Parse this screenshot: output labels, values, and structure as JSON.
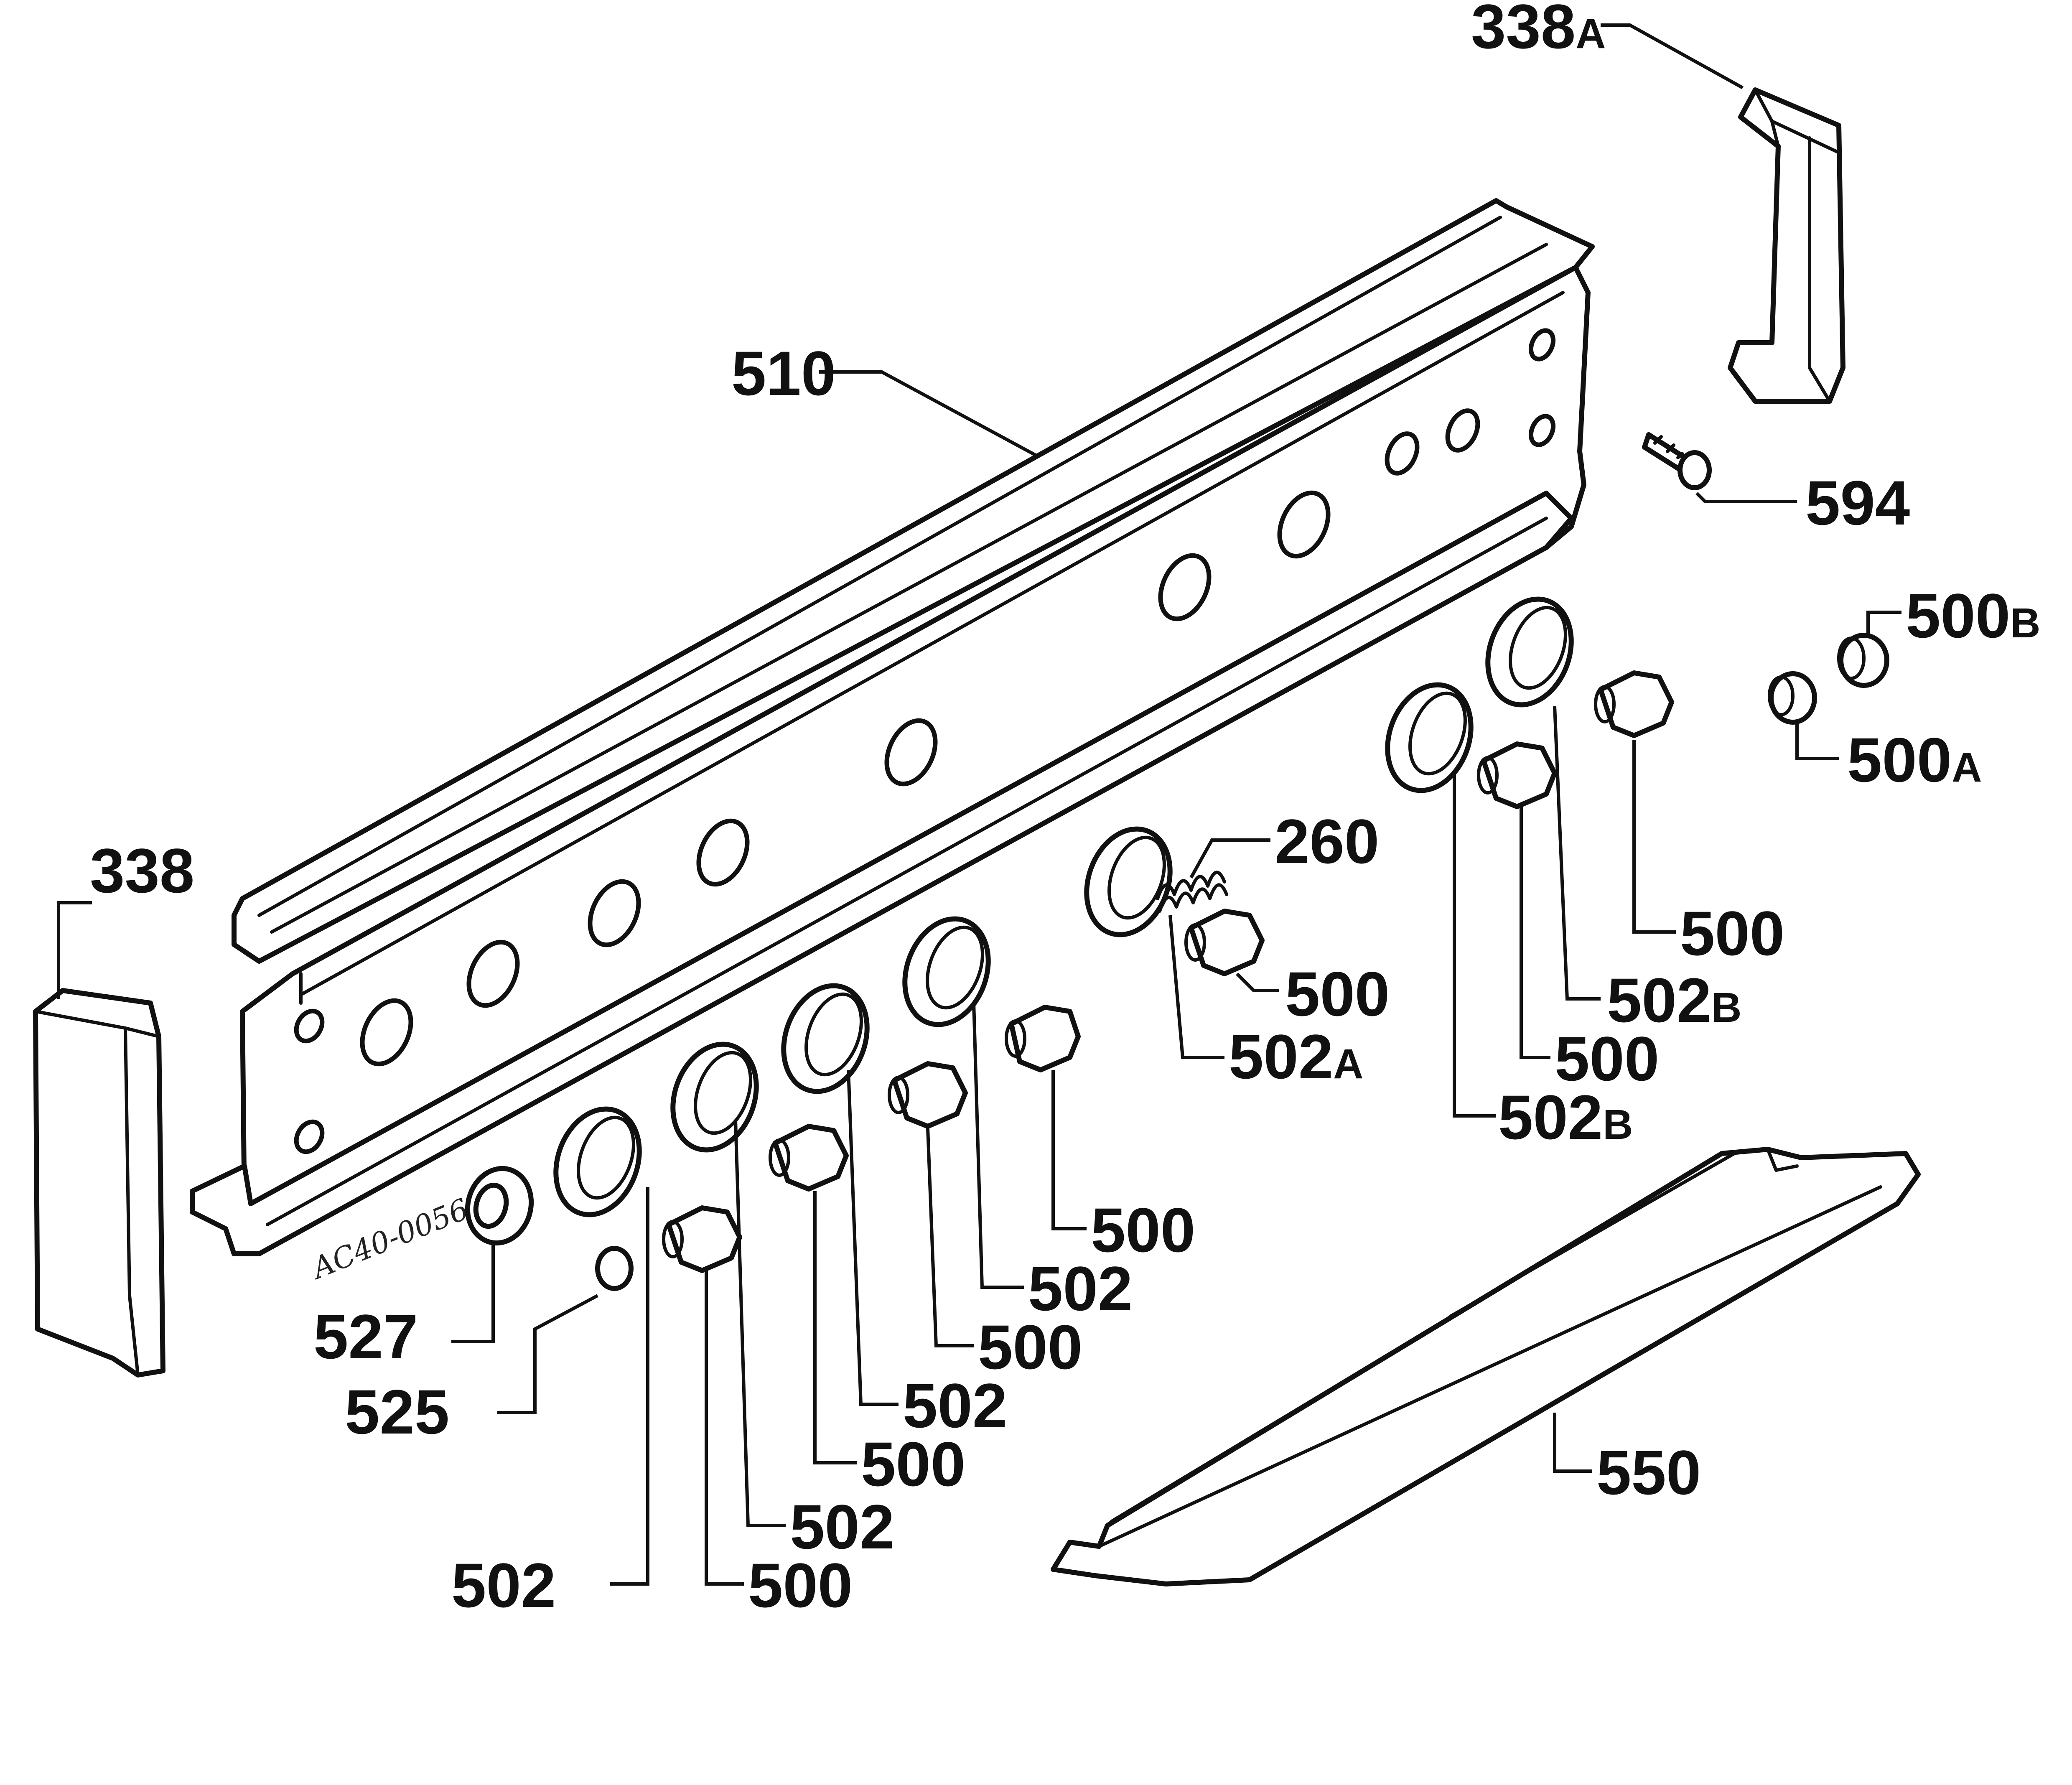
{
  "diagram": {
    "drawing_code": "AC40-00565",
    "labels": [
      {
        "id": "l338a",
        "num": "338",
        "suf": "A"
      },
      {
        "id": "l510",
        "num": "510",
        "suf": ""
      },
      {
        "id": "l594",
        "num": "594",
        "suf": ""
      },
      {
        "id": "l500b",
        "num": "500",
        "suf": "B"
      },
      {
        "id": "l500a",
        "num": "500",
        "suf": "A"
      },
      {
        "id": "l260",
        "num": "260",
        "suf": ""
      },
      {
        "id": "l338",
        "num": "338",
        "suf": ""
      },
      {
        "id": "l500r1",
        "num": "500",
        "suf": ""
      },
      {
        "id": "l500c",
        "num": "500",
        "suf": ""
      },
      {
        "id": "l502b1",
        "num": "502",
        "suf": "B"
      },
      {
        "id": "l502a",
        "num": "502",
        "suf": "A"
      },
      {
        "id": "l500d",
        "num": "500",
        "suf": ""
      },
      {
        "id": "l502b2",
        "num": "502",
        "suf": "B"
      },
      {
        "id": "l500e",
        "num": "500",
        "suf": ""
      },
      {
        "id": "l502c",
        "num": "502",
        "suf": ""
      },
      {
        "id": "l527",
        "num": "527",
        "suf": ""
      },
      {
        "id": "l500f",
        "num": "500",
        "suf": ""
      },
      {
        "id": "l525",
        "num": "525",
        "suf": ""
      },
      {
        "id": "l502d",
        "num": "502",
        "suf": ""
      },
      {
        "id": "l500g",
        "num": "500",
        "suf": ""
      },
      {
        "id": "l550",
        "num": "550",
        "suf": ""
      },
      {
        "id": "l502e",
        "num": "502",
        "suf": ""
      },
      {
        "id": "l502f",
        "num": "502",
        "suf": ""
      },
      {
        "id": "l500h",
        "num": "500",
        "suf": ""
      }
    ]
  }
}
